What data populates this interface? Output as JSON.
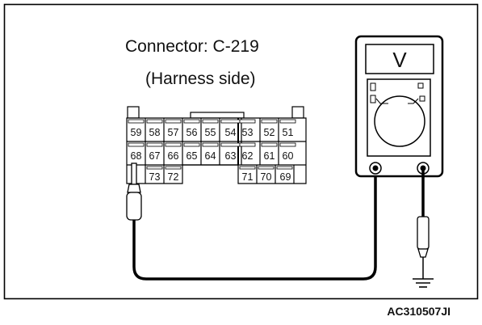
{
  "diagram": {
    "title_line1": "Connector: C-219",
    "title_line2": "(Harness side)",
    "meter_symbol": "V",
    "reference_code": "AC310507JI",
    "connector": {
      "row1": [
        "59",
        "58",
        "57",
        "56",
        "55",
        "54",
        "53",
        "52",
        "51"
      ],
      "row2": [
        "68",
        "67",
        "66",
        "65",
        "64",
        "63",
        "62",
        "61",
        "60"
      ],
      "row3_left": [
        "73",
        "72"
      ],
      "row3_right": [
        "71",
        "70",
        "69"
      ]
    },
    "icons": {
      "meter": "voltmeter-icon",
      "ground": "ground-symbol-icon",
      "probe": "test-probe-icon"
    }
  }
}
